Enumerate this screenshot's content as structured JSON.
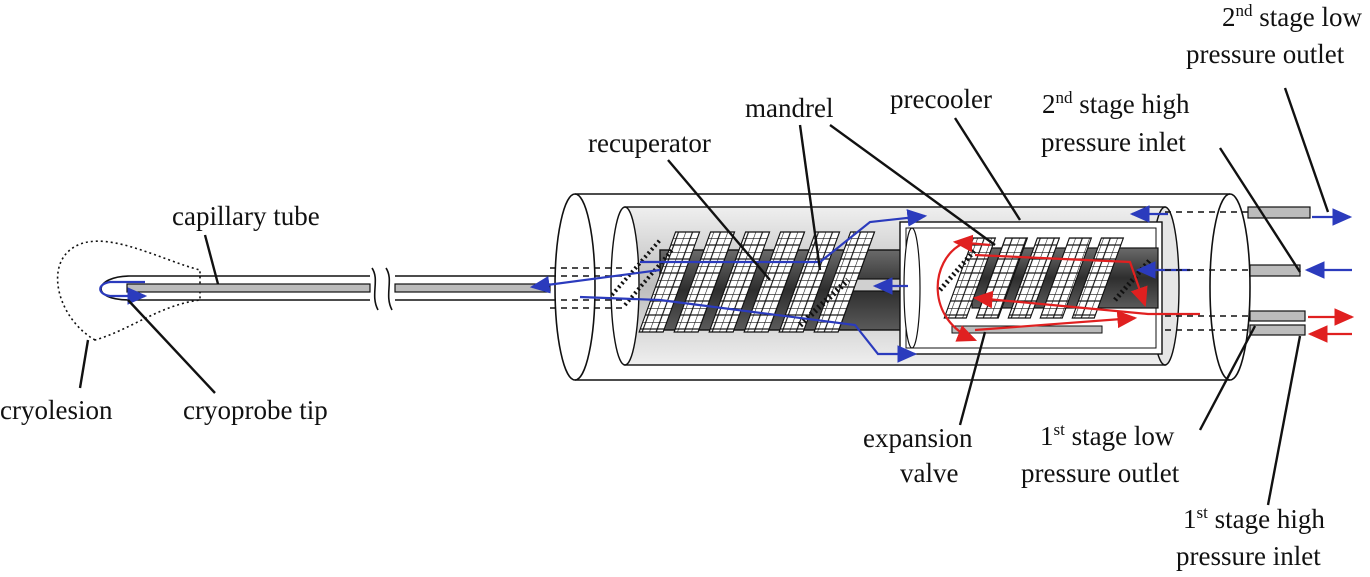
{
  "labels": {
    "capillary_tube": "capillary tube",
    "cryolesion": "cryolesion",
    "cryoprobe_tip": "cryoprobe tip",
    "recuperator": "recuperator",
    "mandrel": "mandrel",
    "precooler": "precooler",
    "expansion_valve_1": "expansion",
    "expansion_valve_2": "valve",
    "stage2_low_outlet": {
      "num": "2",
      "sup": "nd",
      "line1": " stage low",
      "line2": "pressure outlet"
    },
    "stage2_high_inlet": {
      "num": "2",
      "sup": "nd",
      "line1": " stage high",
      "line2": "pressure inlet"
    },
    "stage1_low_outlet": {
      "num": "1",
      "sup": "st",
      "line1": " stage low",
      "line2": "pressure outlet"
    },
    "stage1_high_inlet": {
      "num": "1",
      "sup": "st",
      "line1": " stage high",
      "line2": "pressure inlet"
    }
  },
  "colors": {
    "flow_low_pressure": "#2b3bbd",
    "flow_high_pressure": "#e02020",
    "mandrel": "#3a3a3a",
    "housing_shade": "#d6d6d6"
  }
}
